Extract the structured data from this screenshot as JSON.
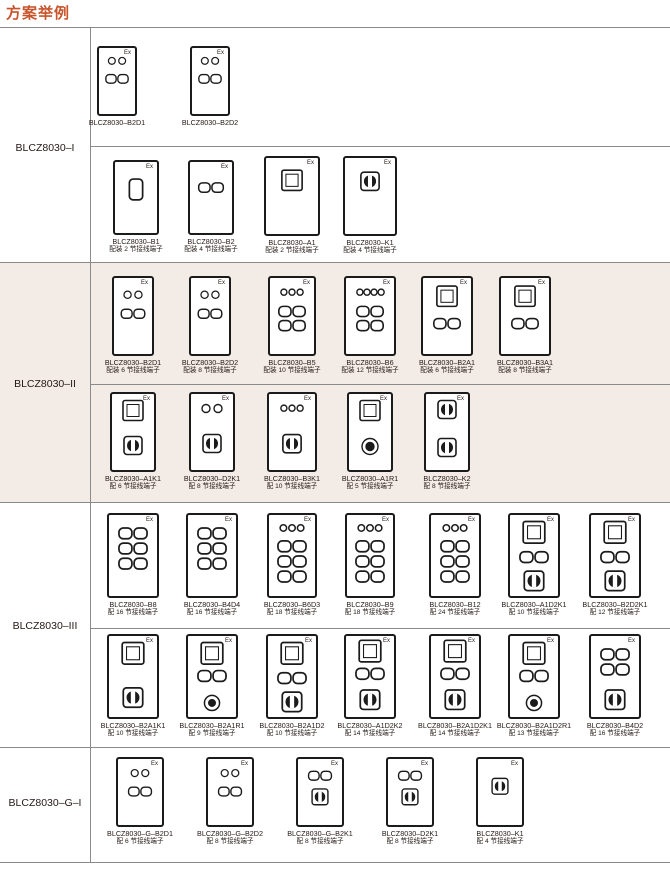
{
  "title": "方案举例",
  "sections": [
    {
      "label": "BLCZ8030–I"
    },
    {
      "label": "BLCZ8030–II"
    },
    {
      "label": "BLCZ8030–III"
    },
    {
      "label": "BLCZ8030–G–I"
    }
  ],
  "items": [
    {
      "name": "BLCZ8030–B2D1",
      "note": ""
    },
    {
      "name": "BLCZ8030–B2D2",
      "note": ""
    },
    {
      "name": "BLCZ8030–B1",
      "note": "配装 2 节接线端子"
    },
    {
      "name": "BLCZ8030–B2",
      "note": "配装 4 节接线端子"
    },
    {
      "name": "BLCZ8030–A1",
      "note": "配装 2 节接线端子"
    },
    {
      "name": "BLCZ8030–K1",
      "note": "配装 4 节接线端子"
    },
    {
      "name": "BLCZ8030–B2D1",
      "note": "配装 6 节接线端子"
    },
    {
      "name": "BLCZ8030–B2D2",
      "note": "配装 8 节接线端子"
    },
    {
      "name": "BLCZ8030–B5",
      "note": "配装 10 节接线端子"
    },
    {
      "name": "BLCZ8030–B6",
      "note": "配装 12 节接线端子"
    },
    {
      "name": "BLCZ8030–B2A1",
      "note": "配装 6 节接线端子"
    },
    {
      "name": "BLCZ8030–B3A1",
      "note": "配装 8 节接线端子"
    },
    {
      "name": "BLCZ8030–A1K1",
      "note": "配 6 节接线端子"
    },
    {
      "name": "BLCZ8030–D2K1",
      "note": "配 8 节接线端子"
    },
    {
      "name": "BLCZ8030–B3K1",
      "note": "配 10 节接线端子"
    },
    {
      "name": "BLCZ8030–A1R1",
      "note": "配 5 节接线端子"
    },
    {
      "name": "BLCZ8030–K2",
      "note": "配 8 节接线端子"
    },
    {
      "name": "BLCZ8030–B8",
      "note": "配 16 节接线端子"
    },
    {
      "name": "BLCZ8030–B4D4",
      "note": "配 16 节接线端子"
    },
    {
      "name": "BLCZ8030–B6D3",
      "note": "配 18 节接线端子"
    },
    {
      "name": "BLCZ8030–B9",
      "note": "配 18 节接线端子"
    },
    {
      "name": "BLCZ8030–B12",
      "note": "配 24 节接线端子"
    },
    {
      "name": "BLCZ8030–A1D2K1",
      "note": "配 10 节接线端子"
    },
    {
      "name": "BLCZ8030–B2D2K1",
      "note": "配 12 节接线端子"
    },
    {
      "name": "BLCZ8030–B2A1K1",
      "note": "配 10 节接线端子"
    },
    {
      "name": "BLCZ8030–B2A1R1",
      "note": "配 9 节接线端子"
    },
    {
      "name": "BLCZ8030–B2A1D2",
      "note": "配 10 节接线端子"
    },
    {
      "name": "BLCZ8030–A1D2K2",
      "note": "配 14 节接线端子"
    },
    {
      "name": "BLCZ8030–B2A1D2K1",
      "note": "配 14 节接线端子"
    },
    {
      "name": "BLCZ8030–B2A1D2R1",
      "note": "配 13 节接线端子"
    },
    {
      "name": "BLCZ8030–B4D2",
      "note": "配 16 节接线端子"
    },
    {
      "name": "BLCZ8030–G–B2D1",
      "note": "配 6 节接线端子"
    },
    {
      "name": "BLCZ8030–G–B2D2",
      "note": "配 8 节接线端子"
    },
    {
      "name": "BLCZ8030–G–B2K1",
      "note": "配 8 节接线端子"
    },
    {
      "name": "BLCZ8030–D2K1",
      "note": "配 8 节接线端子"
    },
    {
      "name": "BLCZ8030–K1",
      "note": "配 4 节接线端子"
    }
  ],
  "ex_mark": "Ex",
  "colors": {
    "title": "#c8542b",
    "shade": "#f2ebe6",
    "line": "#8a8a8a"
  }
}
